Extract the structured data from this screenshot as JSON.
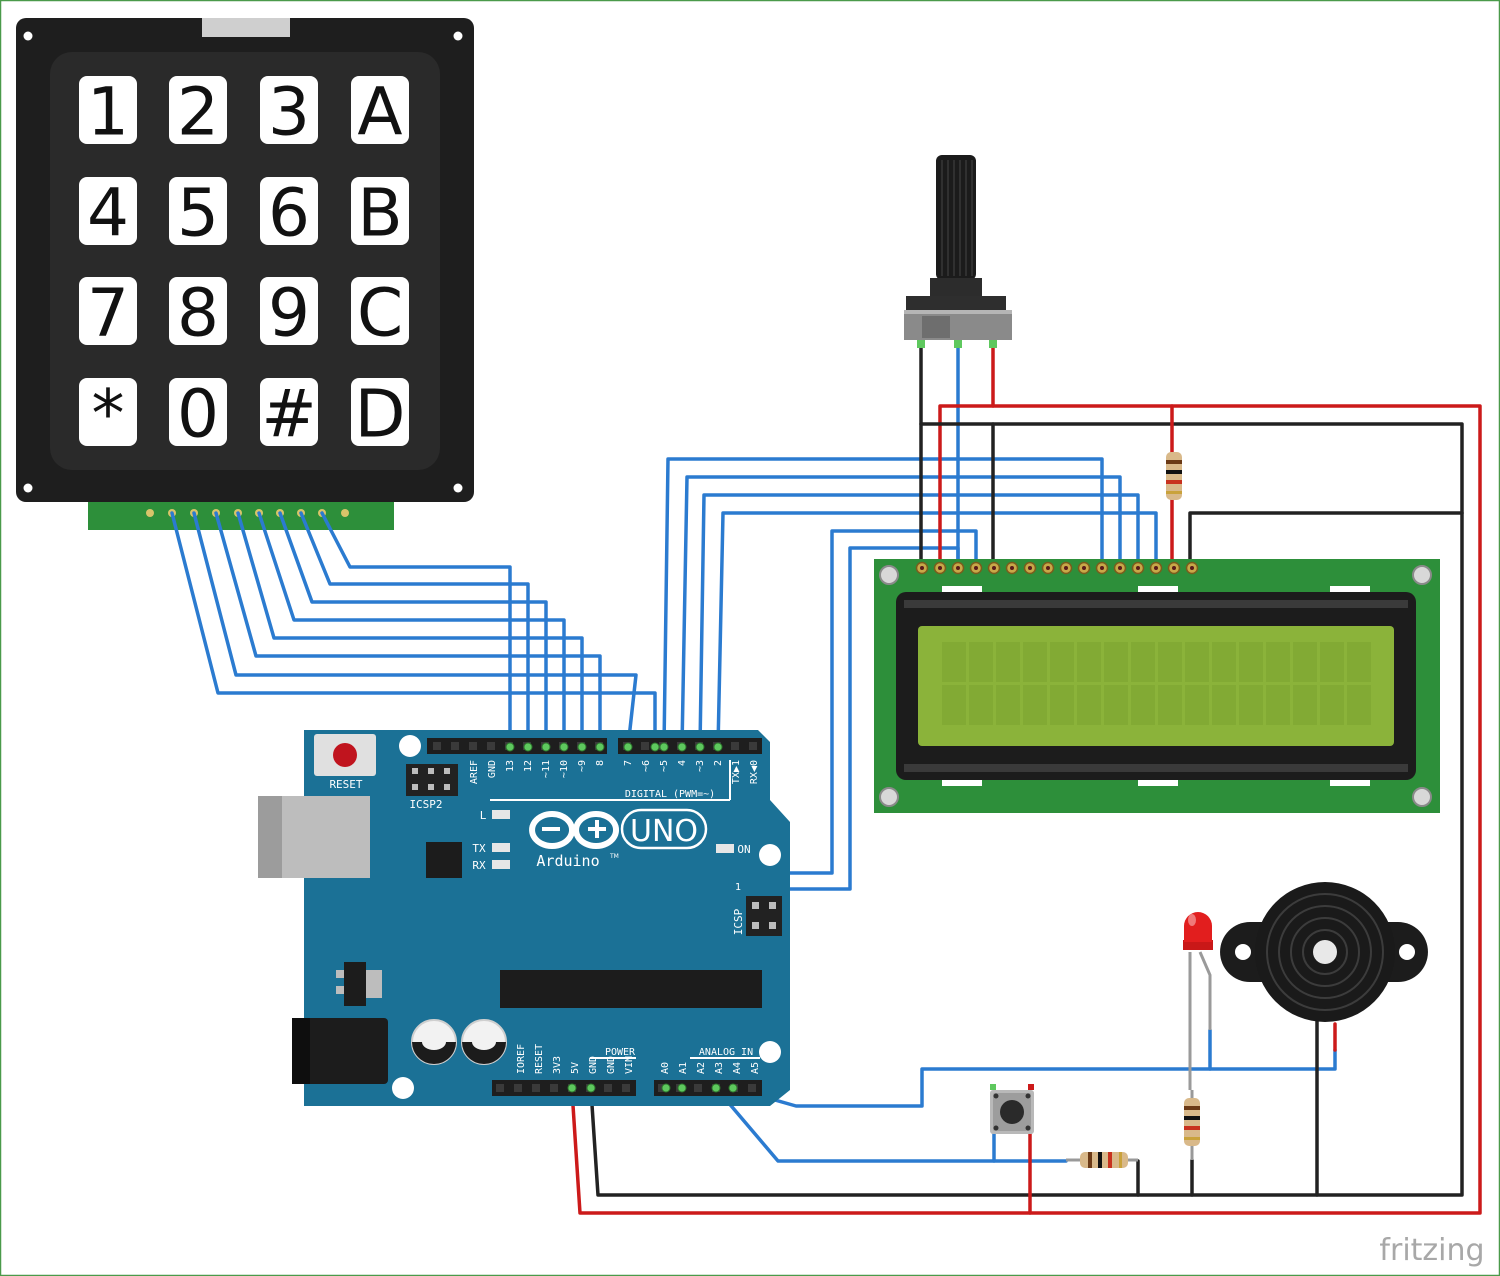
{
  "keypad": {
    "keys": [
      [
        "1",
        "2",
        "3",
        "A"
      ],
      [
        "4",
        "5",
        "6",
        "B"
      ],
      [
        "7",
        "8",
        "9",
        "C"
      ],
      [
        "*",
        "0",
        "#",
        "D"
      ]
    ]
  },
  "arduino": {
    "brand": "Arduino",
    "trademark": "TM",
    "model": "UNO",
    "reset_label": "RESET",
    "icsp2_label": "ICSP2",
    "icsp_label": "ICSP",
    "icsp_one": "1",
    "led_l": "L",
    "led_tx": "TX",
    "led_rx": "RX",
    "led_on": "ON",
    "digital_label": "DIGITAL (PWM=~)",
    "power_label": "POWER",
    "analog_label": "ANALOG IN",
    "digital_pins": [
      "AREF",
      "GND",
      "13",
      "12",
      "~11",
      "~10",
      "~9",
      "8",
      "7",
      "~6",
      "~5",
      "4",
      "~3",
      "2",
      "TX▶1",
      "RX◀0"
    ],
    "power_pins": [
      "IOREF",
      "RESET",
      "3V3",
      "5V",
      "GND",
      "GND",
      "VIN"
    ],
    "analog_pins": [
      "A0",
      "A1",
      "A2",
      "A3",
      "A4",
      "A5"
    ]
  },
  "watermark": "fritzing",
  "colors": {
    "keypad_body": "#1e1e1e",
    "keypad_panel": "#2a2a2a",
    "pcb_green": "#2d8f3a",
    "arduino_blue": "#1b7196",
    "lcd_screen": "#8bb33a",
    "wire_blue": "#2b7bd0",
    "wire_red": "#cc1a1a",
    "wire_black": "#222222",
    "led_red": "#e21e1e",
    "frame_border": "#4a9a4a"
  }
}
